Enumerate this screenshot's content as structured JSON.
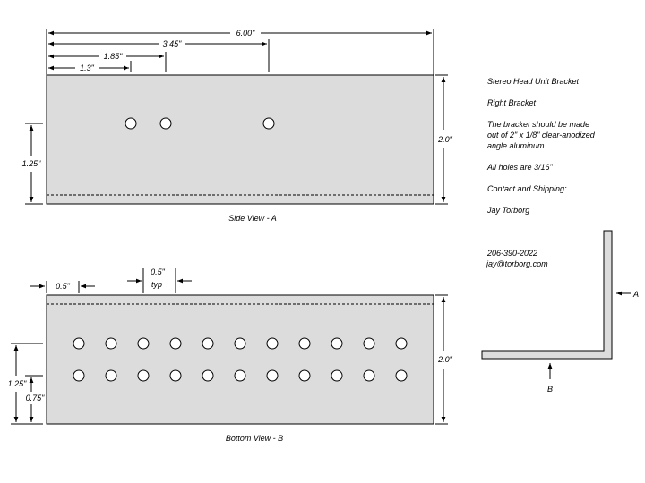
{
  "side_view": {
    "caption": "Side View - A",
    "dims": {
      "overall_length": "6.00\"",
      "hole_3": "3.45\"",
      "hole_2": "1.85\"",
      "hole_1": "1.3\"",
      "height": "2.0\"",
      "hole_height": "1.25\""
    }
  },
  "bottom_view": {
    "caption": "Bottom View - B",
    "dims": {
      "edge_offset": "0.5\"",
      "spacing_value": "0.5\"",
      "spacing_typ": "typ",
      "height": "2.0\"",
      "row_top": "1.25\"",
      "row_bottom": "0.75\""
    },
    "holes_per_row": 11,
    "rows": 2
  },
  "notes": {
    "title": "Stereo Head Unit Bracket",
    "subtitle": "Right Bracket",
    "material_line1": "The bracket should be made",
    "material_line2": "out of 2\" x 1/8\" clear-anodized",
    "material_line3": "angle aluminum.",
    "holes": "All holes are 3/16\"",
    "contact_label": "Contact and Shipping:",
    "contact_name": "Jay Torborg",
    "phone": "206-390-2022",
    "email": "jay@torborg.com"
  },
  "profile_view": {
    "label_a": "A",
    "label_b": "B"
  }
}
